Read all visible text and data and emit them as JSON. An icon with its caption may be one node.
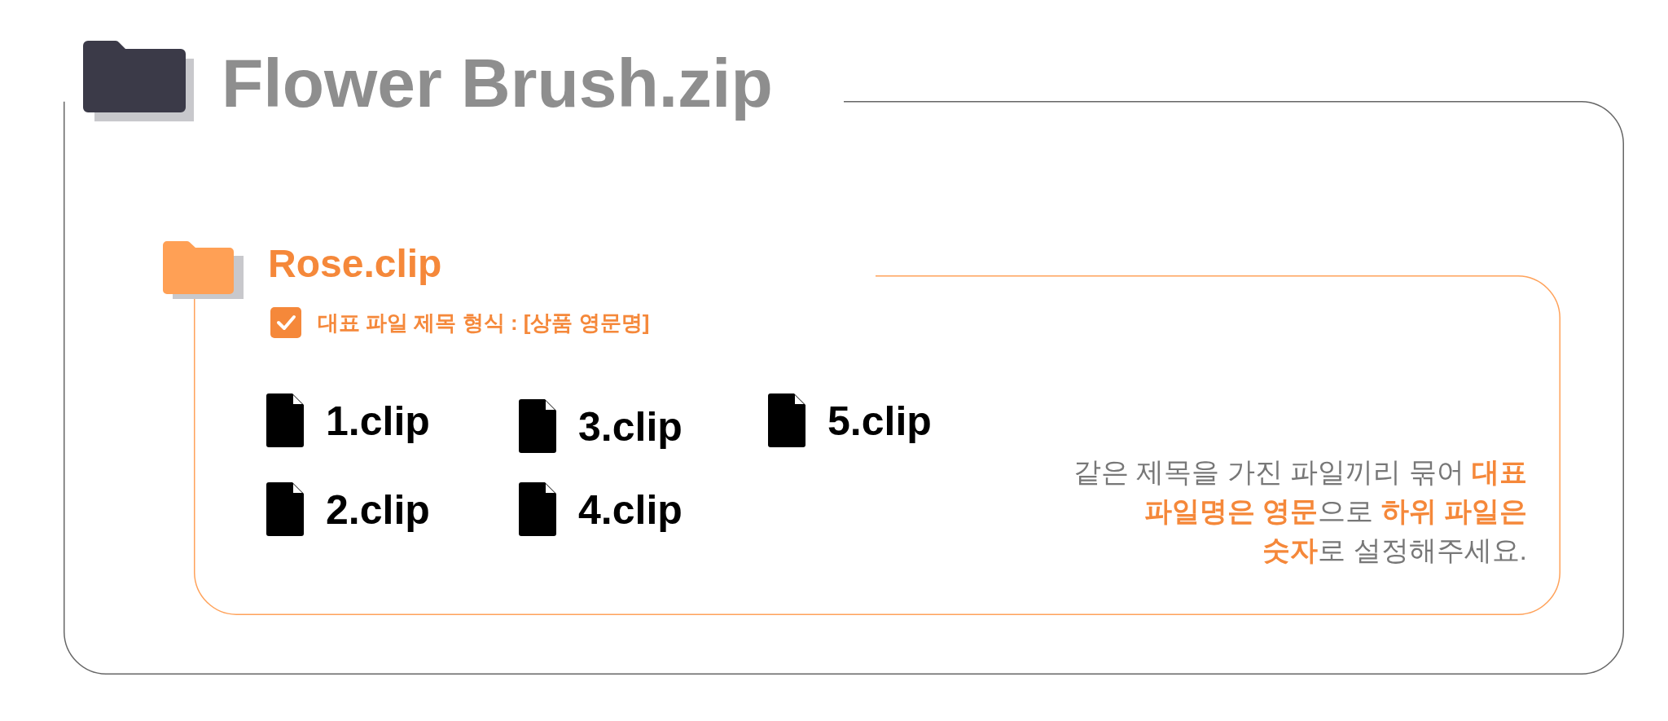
{
  "diagram": {
    "nodes": [
      {
        "text": [
          "Flower Brush.zip"
        ]
      },
      {
        "text": [
          "Rose.clip",
          "대표 파일 제목 형식 : [상품 영문명]"
        ],
        "in": 0
      }
    ],
    "labels": [
      "1.clip",
      "3.clip",
      "5.clip",
      "2.clip",
      "4.clip",
      "같은 제목을 가진 파일끼리 묶어 **대표 파일명은 영문**으로 **하위 파일은 숫자**로 설정해주세요."
    ]
  }
}
